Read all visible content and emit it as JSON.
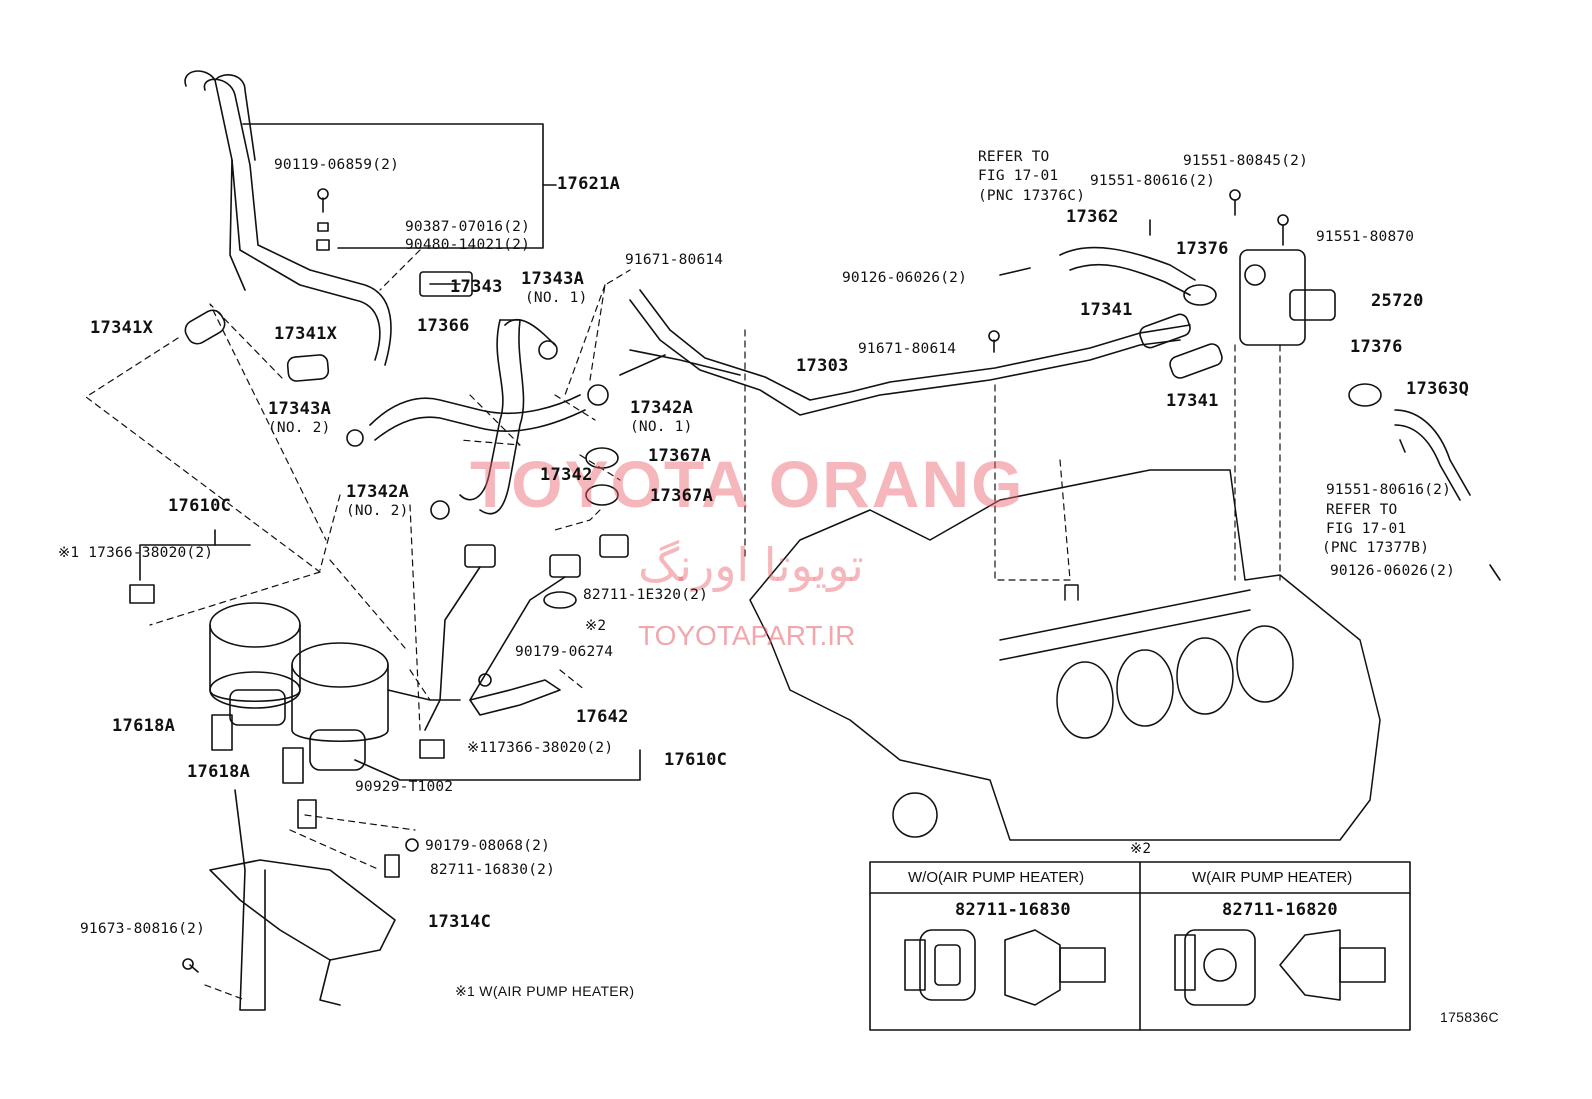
{
  "diagram_code": "175836C",
  "watermark": {
    "brand": "TOYOTA ORANG",
    "persian": "تویوتا اورنگ",
    "site": "TOYOTAPART.IR"
  },
  "labels": {
    "l17621A": "17621A",
    "l90119": "90119-06859(2)",
    "l90387": "90387-07016(2)",
    "l90480": "90480-14021(2)",
    "l17341X_a": "17341X",
    "l17341X_b": "17341X",
    "l17343": "17343",
    "l17343A": "17343A",
    "l17343A_no1": "(NO. 1)",
    "l17366": "17366",
    "l17343A_2": "17343A",
    "l17343A_no2": "(NO. 2)",
    "l91671_a": "91671-80614",
    "l17342A_1": "17342A",
    "l17342A_no1": "(NO. 1)",
    "l17367A_a": "17367A",
    "l17367A_b": "17367A",
    "l17342": "17342",
    "l17342A_2": "17342A",
    "l17342A_no2": "(NO. 2)",
    "l17610C_top": "17610C",
    "l17366_38020_a": "※1 17366-38020(2)",
    "l82711_1E320": "82711-1E320(2)",
    "l_star2": "※2",
    "l90179_06274": "90179-06274",
    "l17642": "17642",
    "l17618A_a": "17618A",
    "l17618A_b": "17618A",
    "l17366_38020_b": "※117366-38020(2)",
    "l17610C_bot": "17610C",
    "l90929": "90929-T1002",
    "l90179_08068": "90179-08068(2)",
    "l82711_16830_2": "82711-16830(2)",
    "l17314C": "17314C",
    "l91673": "91673-80816(2)",
    "l_footnote": "※1 W(AIR PUMP HEATER)",
    "l17303": "17303",
    "l91671_b": "91671-80614",
    "l90126_a": "90126-06026(2)",
    "l_refer1": "REFER TO",
    "l_fig1": "FIG 17-01",
    "l_pnc1": "(PNC 17376C)",
    "l17362": "17362",
    "l91551_80616_a": "91551-80616(2)",
    "l91551_80845": "91551-80845(2)",
    "l17376_a": "17376",
    "l91551_80870": "91551-80870",
    "l25720": "25720",
    "l17341_a": "17341",
    "l17341_b": "17341",
    "l17376_b": "17376",
    "l17363Q": "17363Q",
    "l91551_80616_b": "91551-80616(2)",
    "l_refer2": "REFER TO",
    "l_fig2": "FIG 17-01",
    "l_pnc2": "(PNC 17377B)",
    "l90126_b": "90126-06026(2)"
  },
  "inset": {
    "title": "※2",
    "left_header": "W/O(AIR PUMP HEATER)",
    "right_header": "W(AIR PUMP HEATER)",
    "left_part": "82711-16830",
    "right_part": "82711-16820"
  }
}
